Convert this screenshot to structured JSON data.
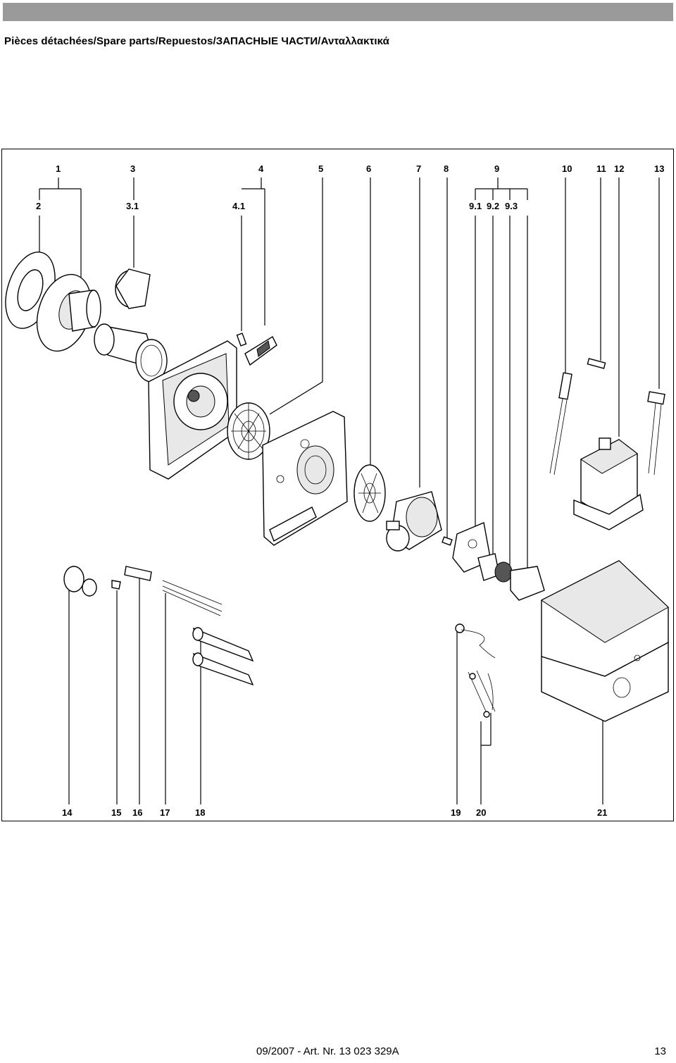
{
  "header": {
    "title": "Pièces détachées/Spare parts/Repuestos/ЗАПАСНЫЕ ЧАСТИ/Ανταλλακτικά"
  },
  "diagram": {
    "labels": {
      "p1": "1",
      "p2": "2",
      "p3": "3",
      "p3_1": "3.1",
      "p4": "4",
      "p4_1": "4.1",
      "p5": "5",
      "p6": "6",
      "p7": "7",
      "p8": "8",
      "p9": "9",
      "p9_1": "9.1",
      "p9_2": "9.2",
      "p9_3": "9.3",
      "p10": "10",
      "p11": "11",
      "p12": "12",
      "p13": "13",
      "p14": "14",
      "p15": "15",
      "p16": "16",
      "p17": "17",
      "p18": "18",
      "p19": "19",
      "p20": "20",
      "p21": "21"
    }
  },
  "footer": {
    "doc_ref": "09/2007 - Art. Nr. 13 023 329A",
    "page_number": "13"
  }
}
